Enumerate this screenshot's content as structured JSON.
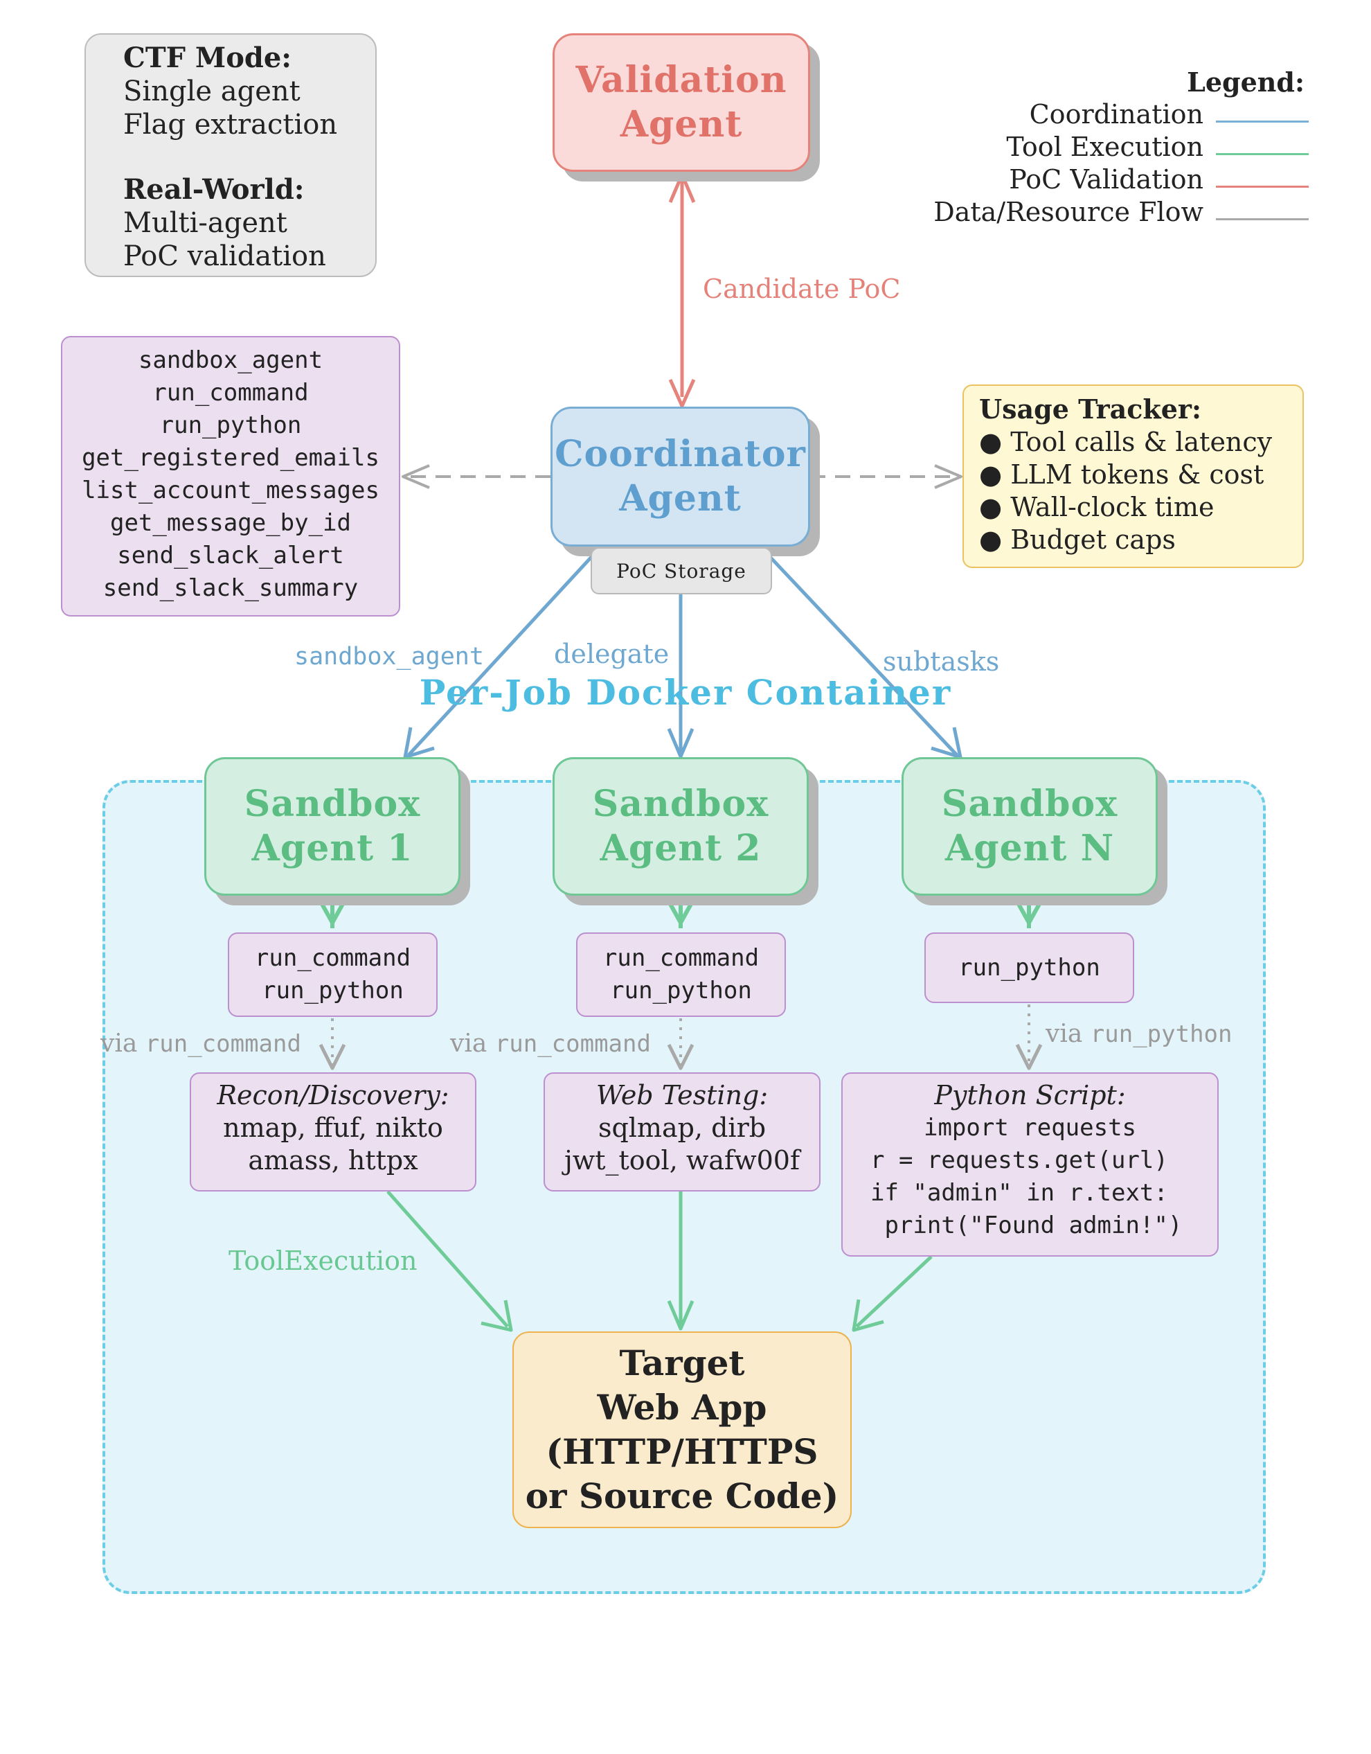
{
  "mode_note": {
    "ctf_title": "CTF Mode:",
    "ctf_lines": [
      "Single agent",
      "Flag extraction"
    ],
    "real_title": "Real-World:",
    "real_lines": [
      "Multi-agent",
      "PoC validation"
    ]
  },
  "validation_agent": {
    "line1": "Validation",
    "line2": "Agent"
  },
  "coordinator_agent": {
    "line1": "Coordinator",
    "line2": "Agent"
  },
  "poc_storage": "PoC Storage",
  "legend": {
    "title": "Legend:",
    "items": [
      {
        "label": "Coordination",
        "color": "#7ab0d6"
      },
      {
        "label": "Tool Execution",
        "color": "#6fcc98"
      },
      {
        "label": "PoC Validation",
        "color": "#e5847c"
      },
      {
        "label": "Data/Resource Flow",
        "color": "#a9a9a9"
      }
    ]
  },
  "tool_list": [
    "sandbox_agent",
    "run_command",
    "run_python",
    "get_registered_emails",
    "list_account_messages",
    "get_message_by_id",
    "send_slack_alert",
    "send_slack_summary"
  ],
  "usage_tracker": {
    "title": "Usage Tracker:",
    "items": [
      "Tool calls & latency",
      "LLM tokens & cost",
      "Wall-clock time",
      "Budget caps"
    ]
  },
  "edge_labels": {
    "candidate_poc": "Candidate PoC",
    "sandbox_agent": "sandbox_agent",
    "delegate": "delegate",
    "subtasks": "subtasks",
    "via": "via",
    "run_command": "run_command",
    "run_python": "run_python",
    "tool_execution": "ToolExecution"
  },
  "container_title": "Per-Job Docker Container",
  "sandboxes": [
    {
      "line1": "Sandbox",
      "line2": "Agent 1",
      "tools": [
        "run_command",
        "run_python"
      ]
    },
    {
      "line1": "Sandbox",
      "line2": "Agent 2",
      "tools": [
        "run_command",
        "run_python"
      ]
    },
    {
      "line1": "Sandbox",
      "line2": "Agent N",
      "tools": [
        "run_python"
      ]
    }
  ],
  "recon": {
    "title": "Recon/Discovery:",
    "line1": "nmap, ffuf, nikto",
    "line2": "amass, httpx"
  },
  "web_testing": {
    "title": "Web Testing:",
    "line1": "sqlmap, dirb",
    "line2": "jwt_tool, wafw00f"
  },
  "python_script": {
    "title": "Python Script:",
    "code": [
      "import requests",
      "r = requests.get(url)",
      "if \"admin\" in r.text:",
      " print(\"Found admin!\")"
    ]
  },
  "target": {
    "lines": [
      "Target",
      "Web App",
      "(HTTP/HTTPS",
      "or Source Code)"
    ]
  }
}
